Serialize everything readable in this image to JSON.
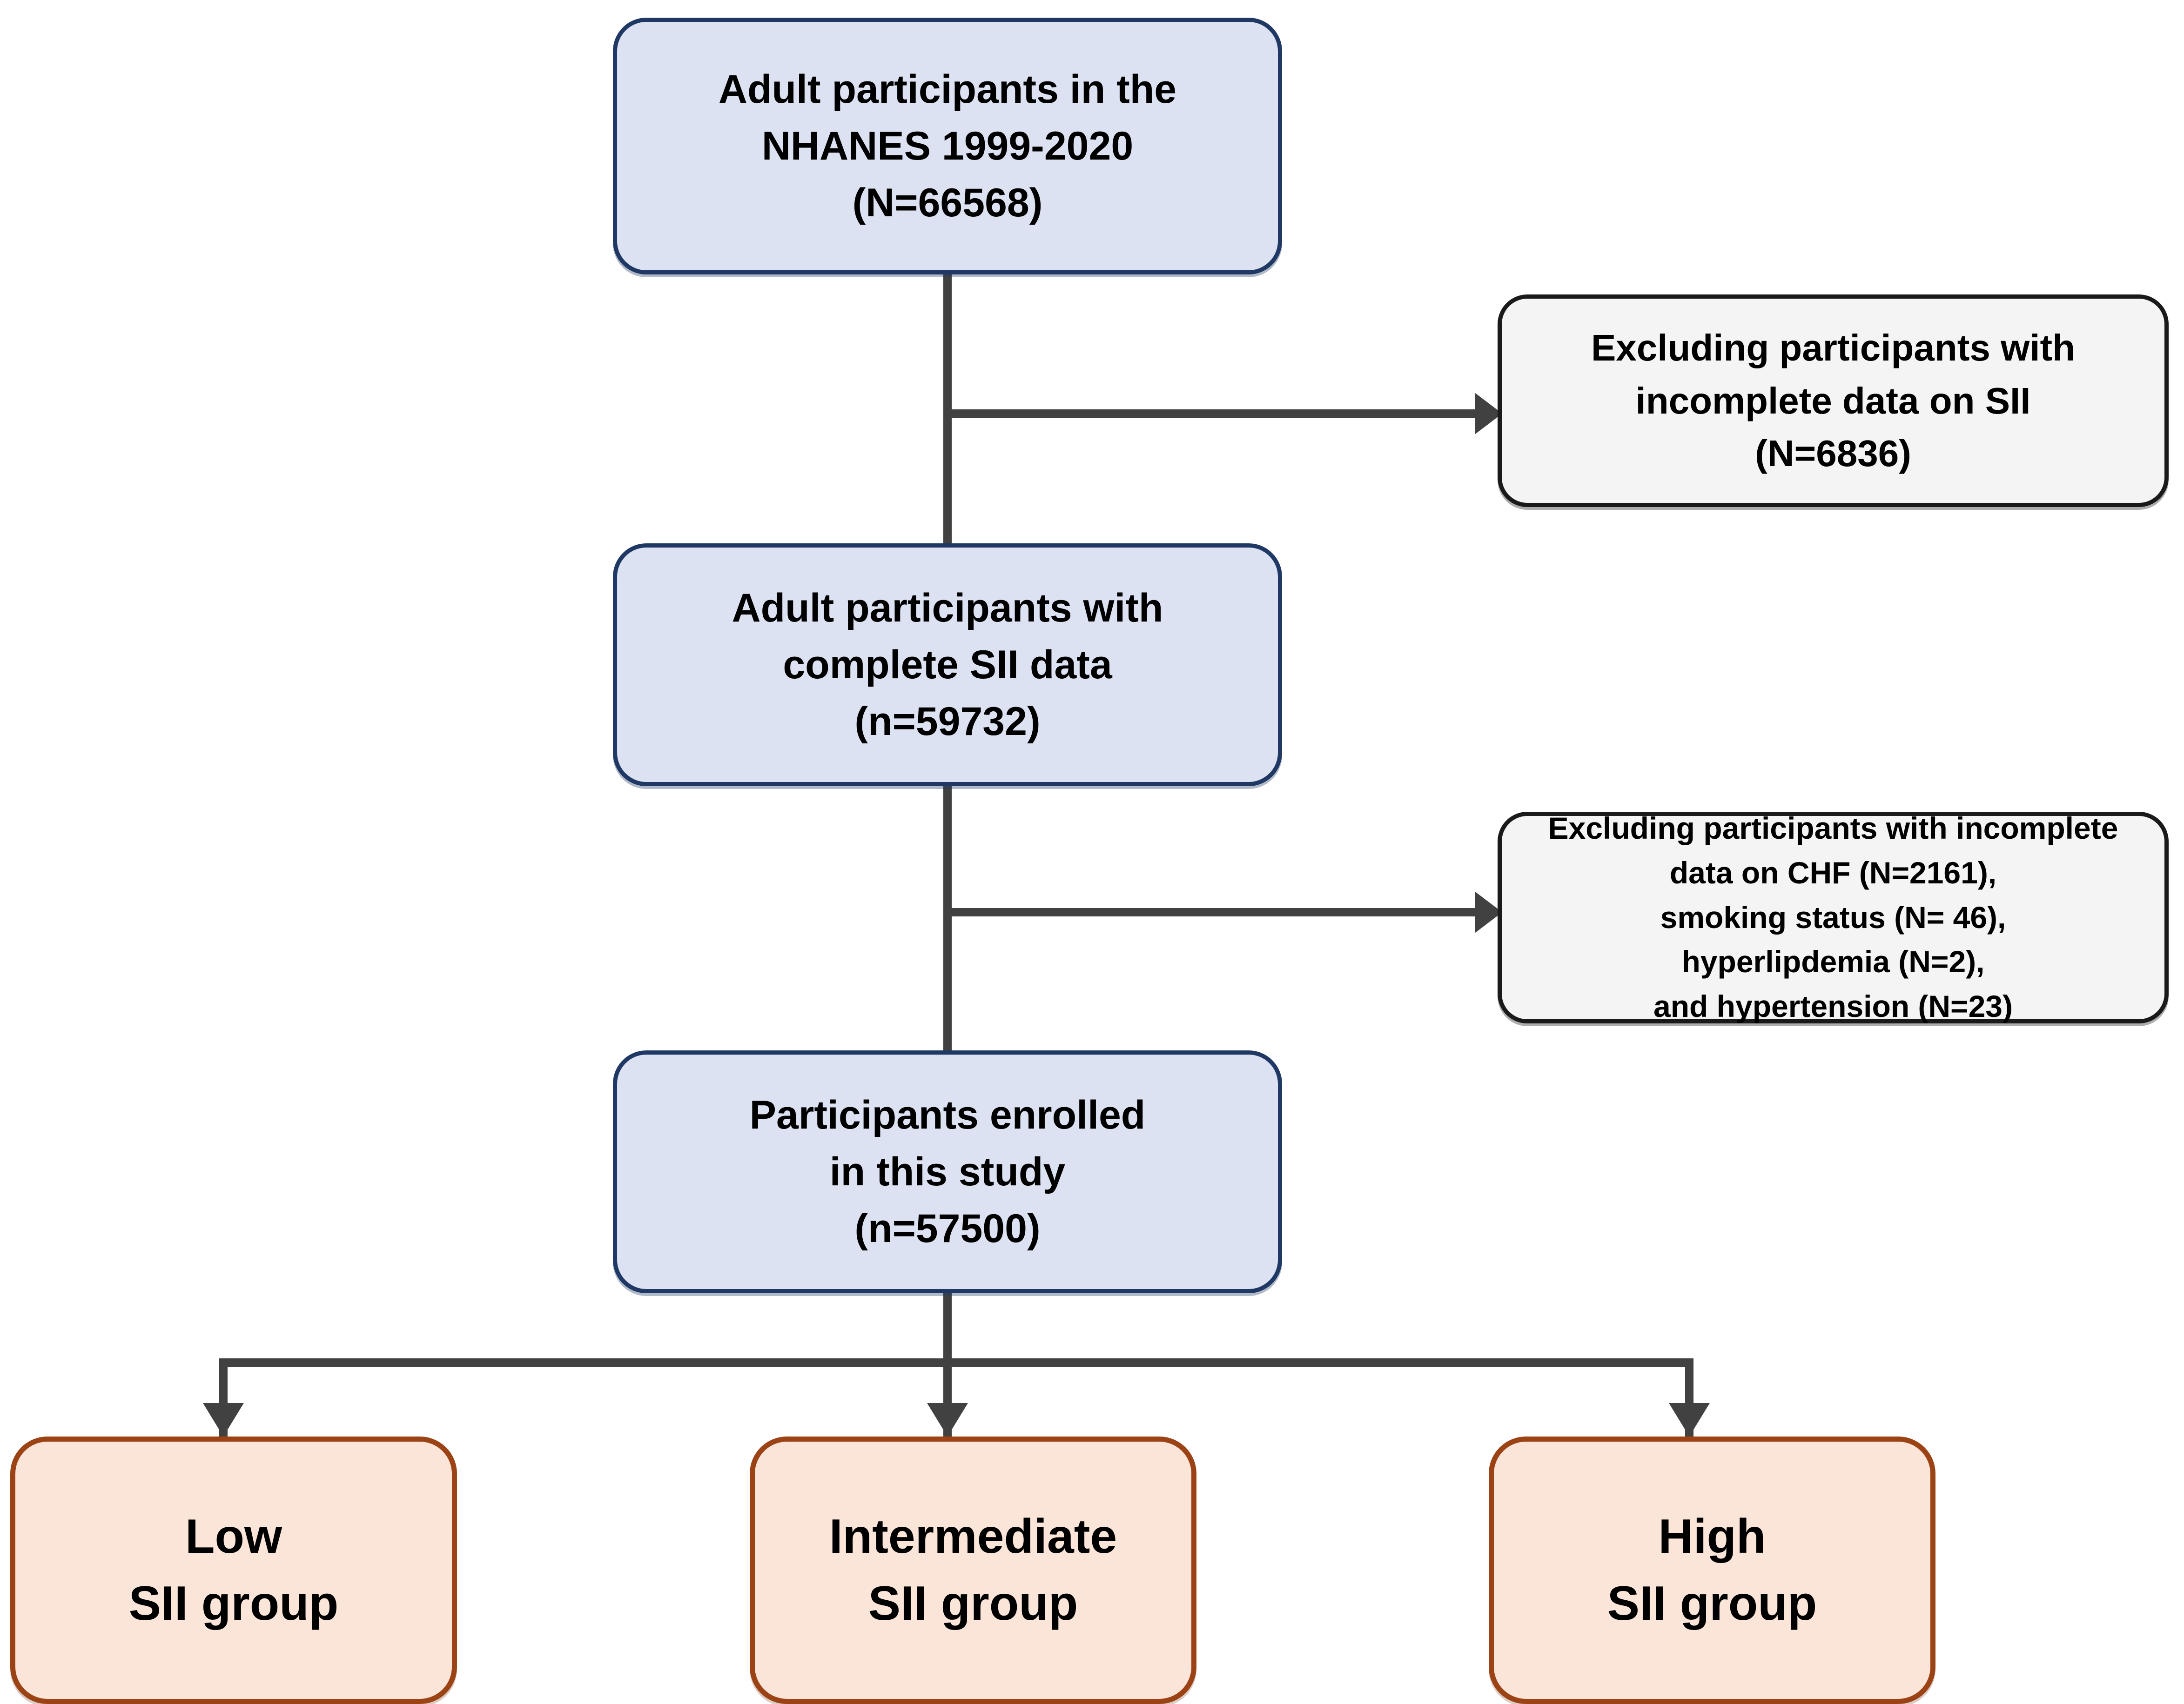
{
  "diagram": {
    "title": "Study participant selection flowchart",
    "colors": {
      "primary_fill": "#dce2f1",
      "primary_border": "#1f3864",
      "exclusion_fill": "#f4f4f4",
      "exclusion_border": "#1a1a1a",
      "group_fill": "#fbe5d9",
      "group_border": "#9c4316",
      "connector": "#414141",
      "background": "#ffffff"
    }
  },
  "nodes": {
    "source_population": {
      "lines": [
        "Adult participants in the",
        "NHANES 1999-2020",
        "(N=66568)"
      ]
    },
    "complete_sii": {
      "lines": [
        "Adult participants with",
        "complete SII data",
        "(n=59732)"
      ]
    },
    "enrolled": {
      "lines": [
        "Participants enrolled",
        "in this study",
        "(n=57500)"
      ]
    },
    "exclusion_sii": {
      "lines": [
        "Excluding participants with",
        "incomplete data on SII",
        "(N=6836)"
      ]
    },
    "exclusion_covariates": {
      "lines": [
        "Excluding participants with incomplete",
        "data on CHF (N=2161),",
        "smoking status (N= 46),",
        "hyperlipdemia (N=2),",
        "and hypertension (N=23)"
      ]
    },
    "group_low": {
      "lines": [
        "Low",
        "SII group"
      ]
    },
    "group_intermediate": {
      "lines": [
        "Intermediate",
        "SII group"
      ]
    },
    "group_high": {
      "lines": [
        "High",
        "SII group"
      ]
    }
  }
}
